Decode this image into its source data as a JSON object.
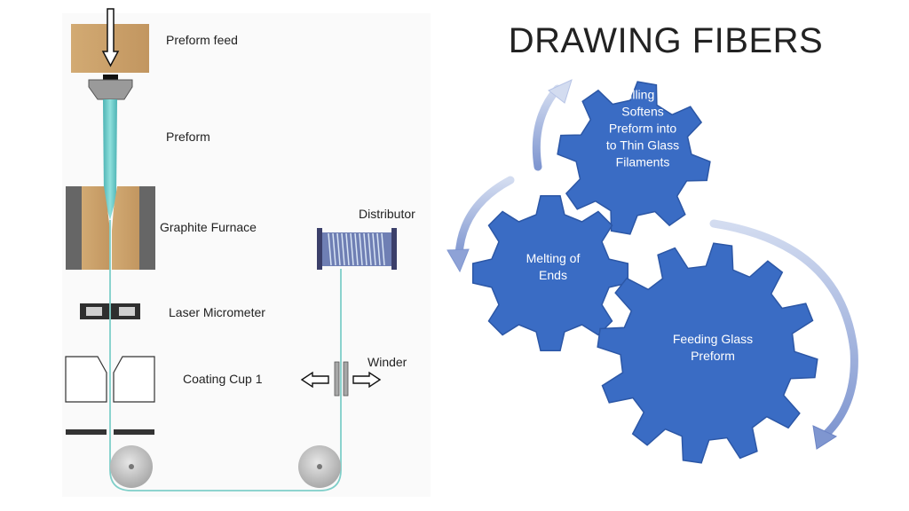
{
  "slide": {
    "title": "DRAWING FIBERS"
  },
  "tower": {
    "labels": {
      "preform_feed": "Preform feed",
      "preform": "Preform",
      "furnace": "Graphite Furnace",
      "micrometer": "Laser Micrometer",
      "coating_cup": "Coating Cup 1",
      "distributor": "Distributor",
      "winder": "Winder"
    }
  },
  "cycle": {
    "gears": [
      {
        "id": "top",
        "lines": [
          "Pulling of",
          "Softens",
          "Preform into",
          "to Thin Glass",
          "Filaments"
        ]
      },
      {
        "id": "left",
        "lines": [
          "Melting of",
          "Ends"
        ]
      },
      {
        "id": "large",
        "lines": [
          "Feeding Glass",
          "Preform"
        ]
      }
    ]
  },
  "colors": {
    "gear_fill": "#3a6cc4",
    "gear_stroke": "#2c57a6",
    "arrow_light": "#c9d4ee",
    "arrow_dark": "#7f96d0",
    "wood": "#c8a06a",
    "wood_dark": "#9e7440",
    "graphite": "#555555",
    "fiber": "#7fcfc9",
    "preform_glass": "#5fbfc0"
  }
}
